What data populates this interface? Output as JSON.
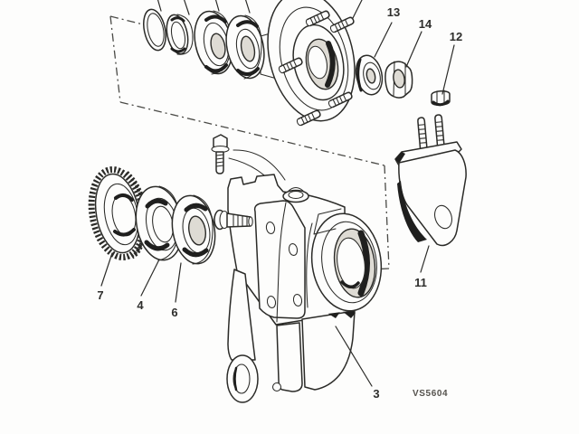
{
  "figure": {
    "type": "exploded-parts-diagram",
    "drawing_code": "VS5604",
    "callouts": {
      "c3": "3",
      "c4": "4",
      "c6": "6",
      "c7": "7",
      "c11": "11",
      "c12": "12",
      "c13": "13",
      "c14": "14"
    }
  },
  "colors": {
    "paper": "#fdfdfc",
    "ink": "#2b2b28",
    "dark": "#1f1f1e",
    "mid": "#c9c7c0",
    "bore": "#dedbd4",
    "label": "#2e2e2c",
    "code": "#55524d",
    "faint": "#4a4a46"
  }
}
